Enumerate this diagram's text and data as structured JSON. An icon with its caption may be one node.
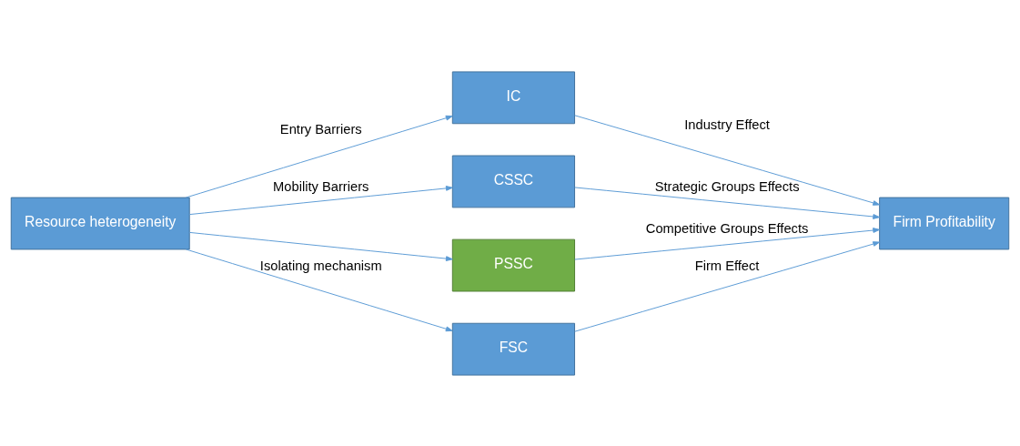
{
  "diagram": {
    "nodes": [
      {
        "text": [
          "Resource heterogeneity"
        ]
      },
      {
        "text": [
          "IC"
        ]
      },
      {
        "text": [
          "CSSC"
        ]
      },
      {
        "text": [
          "PSSC"
        ]
      },
      {
        "text": [
          "FSC"
        ]
      },
      {
        "text": [
          "Firm Profitability"
        ]
      }
    ],
    "edges": [
      {
        "from": 0,
        "to": 1,
        "arrow": "to",
        "label": "Entry Barriers"
      },
      {
        "from": 0,
        "to": 2,
        "arrow": "to",
        "label": "Mobility Barriers"
      },
      {
        "from": 0,
        "to": 3,
        "arrow": "to"
      },
      {
        "from": 0,
        "to": 4,
        "arrow": "to",
        "label": "Isolating mechanism"
      },
      {
        "from": 1,
        "to": 5,
        "arrow": "to",
        "label": "Industry Effect"
      },
      {
        "from": 2,
        "to": 5,
        "arrow": "to",
        "label": "Strategic Groups Effects"
      },
      {
        "from": 3,
        "to": 5,
        "arrow": "to",
        "label": "Competitive Groups Effects"
      },
      {
        "from": 4,
        "to": 5,
        "arrow": "to",
        "label": "Firm Effect"
      }
    ]
  }
}
